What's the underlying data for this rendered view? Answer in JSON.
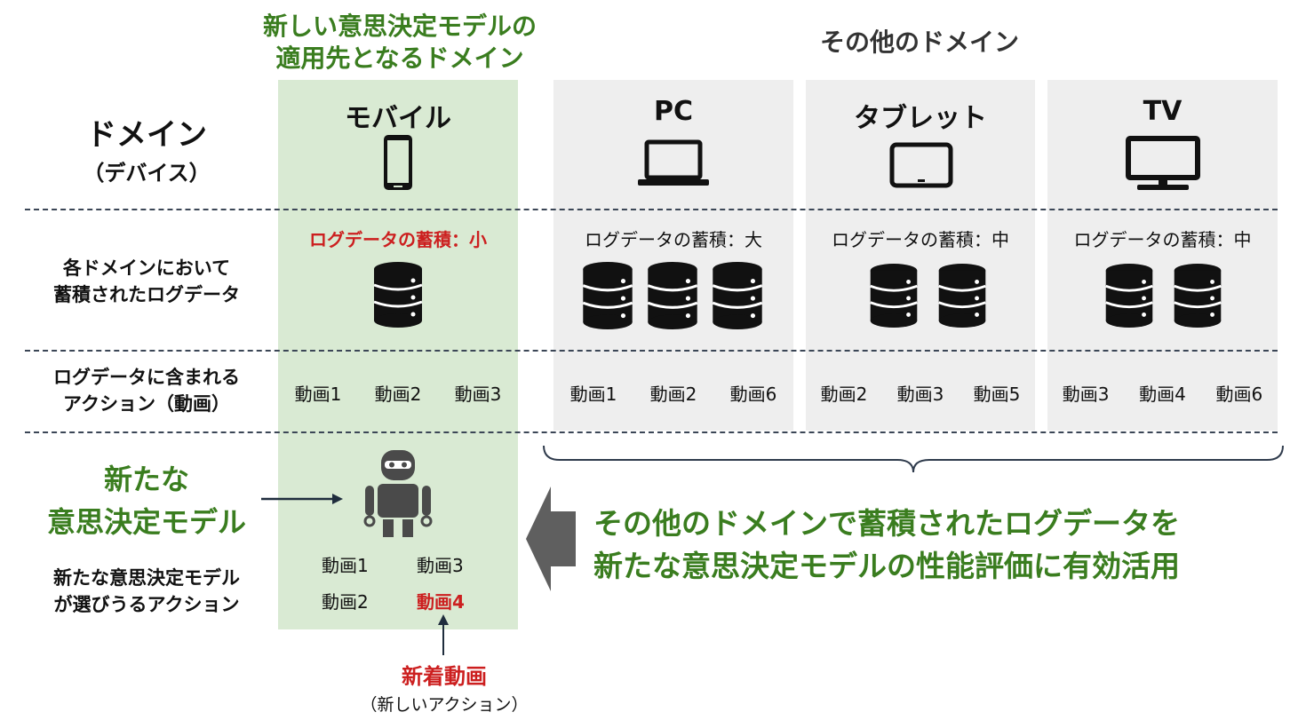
{
  "headers": {
    "target_domain": [
      "新しい意思決定モデルの",
      "適用先となるドメイン"
    ],
    "other_domains": "その他のドメイン"
  },
  "row_labels": {
    "domain": "ドメイン",
    "domain_sub": "（デバイス）",
    "logs": [
      "各ドメインにおいて",
      "蓄積されたログデータ"
    ],
    "actions": [
      "ログデータに含まれる",
      "アクション（動画）"
    ],
    "model": [
      "新たな",
      "意思決定モデル"
    ],
    "model_actions": [
      "新たな意思決定モデル",
      "が選びうるアクション"
    ]
  },
  "domains": [
    {
      "name": "モバイル",
      "icon": "smartphone-icon",
      "log": "ログデータの蓄積：小",
      "db_count": 1,
      "videos": [
        "動画1",
        "動画2",
        "動画3"
      ]
    },
    {
      "name": "PC",
      "icon": "laptop-icon",
      "log": "ログデータの蓄積：大",
      "db_count": 3,
      "videos": [
        "動画1",
        "動画2",
        "動画6"
      ]
    },
    {
      "name": "タブレット",
      "icon": "tablet-icon",
      "log": "ログデータの蓄積：中",
      "db_count": 2,
      "videos": [
        "動画2",
        "動画3",
        "動画5"
      ]
    },
    {
      "name": "TV",
      "icon": "tv-icon",
      "log": "ログデータの蓄積：中",
      "db_count": 2,
      "videos": [
        "動画3",
        "動画4",
        "動画6"
      ]
    }
  ],
  "model_actions": [
    "動画1",
    "動画3",
    "動画2",
    "動画4"
  ],
  "new_video": {
    "label": "新着動画",
    "sub": "（新しいアクション）"
  },
  "conclusion": [
    "その他のドメインで蓄積されたログデータを",
    "新たな意思決定モデルの性能評価に有効活用"
  ],
  "colors": {
    "green": "#3a7d1f",
    "red": "#cc1f1f",
    "mobile_bg": "#d9ead3",
    "other_bg": "#eeeeee",
    "arrow": "#5f5f5f"
  }
}
